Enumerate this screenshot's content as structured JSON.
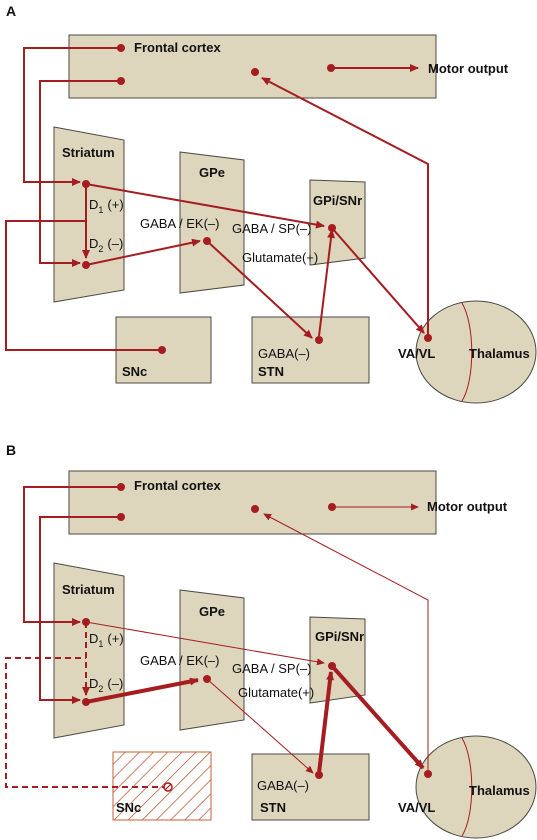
{
  "panels": {
    "a": "A",
    "b": "B"
  },
  "labels": {
    "frontal_cortex": "Frontal cortex",
    "motor_output": "Motor output",
    "striatum": "Striatum",
    "gpe": "GPe",
    "gpi_snr": "GPi/SNr",
    "snc": "SNc",
    "stn": "STN",
    "thalamus": "Thalamus",
    "vavl": "VA/VL",
    "d1_main": "D",
    "d1_sub": "1",
    "d1_sign": "(+)",
    "d2_main": "D",
    "d2_sub": "2",
    "d2_sign": "(–)",
    "gaba_ek": "GABA / EK(–)",
    "gaba_sp": "GABA / SP(–)",
    "glutamate": "Glutamate(+)",
    "gaba_stn": "GABA(–)"
  },
  "colors": {
    "pathway": "#a51d20",
    "box_fill": "#ddd6bd",
    "box_stroke": "#4a4a44"
  }
}
